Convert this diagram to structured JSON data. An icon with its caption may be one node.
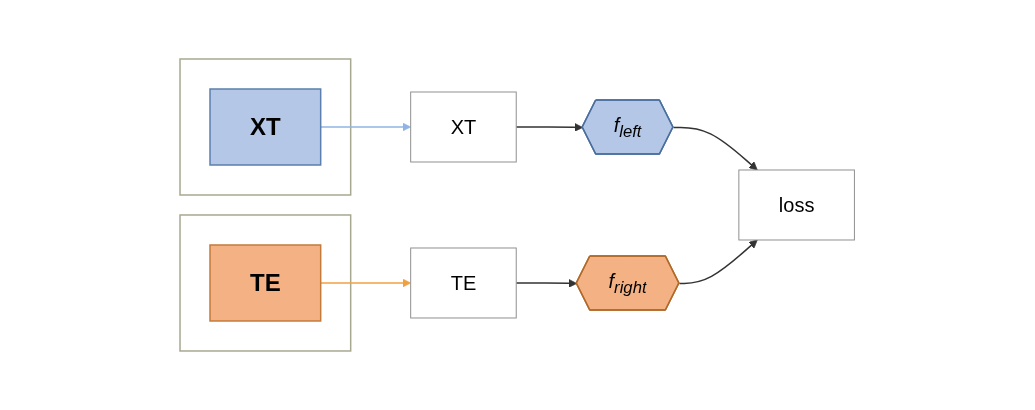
{
  "diagram": {
    "nodes": [
      {
        "text": [],
        "shape": "box"
      },
      {
        "text": [
          "TE"
        ],
        "in": 0
      },
      {
        "text": [],
        "shape": "box"
      },
      {
        "text": [
          "XT"
        ],
        "in": 2
      },
      {
        "text": [
          "XT"
        ]
      },
      {
        "text": [
          "f$_{left}$"
        ]
      },
      {
        "text": [
          "TE"
        ]
      },
      {
        "text": [
          "f$_{right}$"
        ]
      },
      {
        "text": [
          "loss"
        ]
      }
    ],
    "edges": [
      {
        "from": 3,
        "to": 4,
        "arrow": "to",
        "color": "#8fb4e3"
      },
      {
        "from": 1,
        "to": 6,
        "arrow": "to",
        "color": "#f0a040"
      },
      {
        "from": 4,
        "to": 5,
        "arrow": "to"
      },
      {
        "from": 6,
        "to": 7,
        "arrow": "to"
      },
      {
        "from": 5,
        "to": 8,
        "arrow": "to"
      },
      {
        "from": 7,
        "to": 8,
        "arrow": "to"
      }
    ]
  }
}
